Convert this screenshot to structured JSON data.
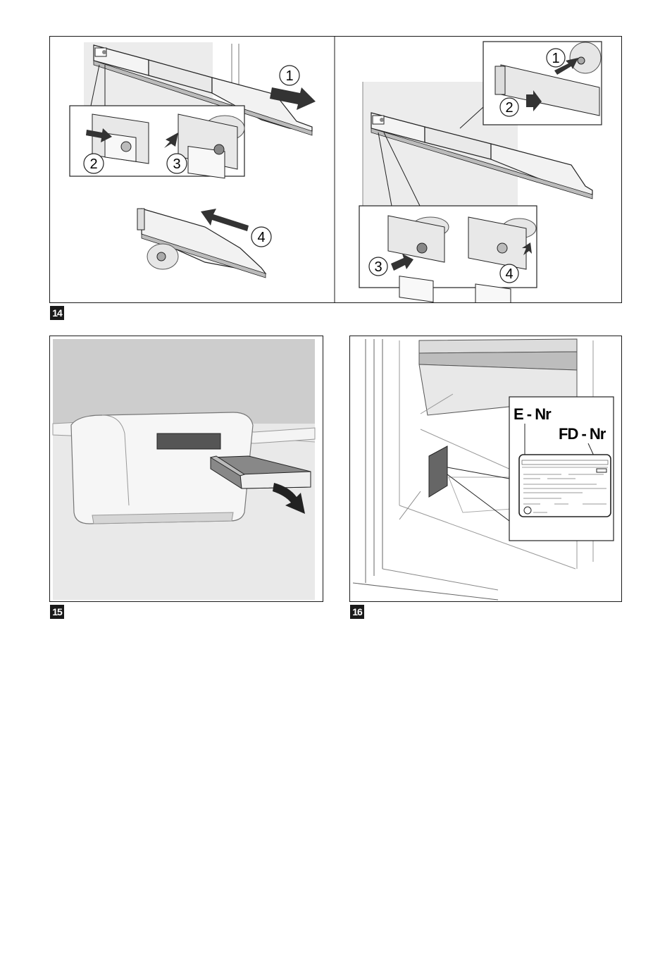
{
  "figures": [
    {
      "number": "14",
      "step_labels_left": [
        "1",
        "2",
        "3",
        "4"
      ],
      "step_labels_right": [
        "1",
        "2",
        "3",
        "4"
      ]
    },
    {
      "number": "15"
    },
    {
      "number": "16",
      "labels": {
        "e_nr": "E - Nr",
        "fd_nr": "FD - Nr"
      }
    }
  ]
}
